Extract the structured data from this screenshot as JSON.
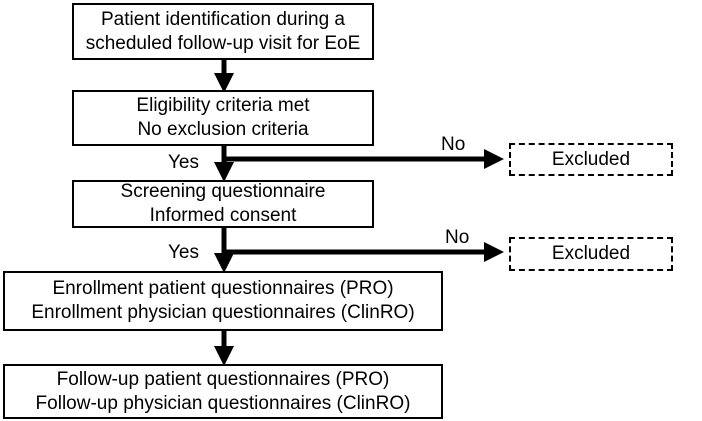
{
  "flowchart": {
    "identification": {
      "line1": "Patient identification during a",
      "line2": "scheduled follow-up visit for EoE"
    },
    "eligibility": {
      "line1": "Eligibility criteria met",
      "line2": "No exclusion criteria"
    },
    "screening": {
      "line1": "Screening questionnaire",
      "line2": "Informed consent"
    },
    "enrollment": {
      "line1": "Enrollment patient questionnaires (PRO)",
      "line2": "Enrollment physician questionnaires (ClinRO)"
    },
    "followup": {
      "line1": "Follow-up patient questionnaires (PRO)",
      "line2": "Follow-up physician questionnaires (ClinRO)"
    },
    "branch1": {
      "yes_label": "Yes",
      "no_label": "No",
      "excluded_label": "Excluded"
    },
    "branch2": {
      "yes_label": "Yes",
      "no_label": "No",
      "excluded_label": "Excluded"
    }
  }
}
